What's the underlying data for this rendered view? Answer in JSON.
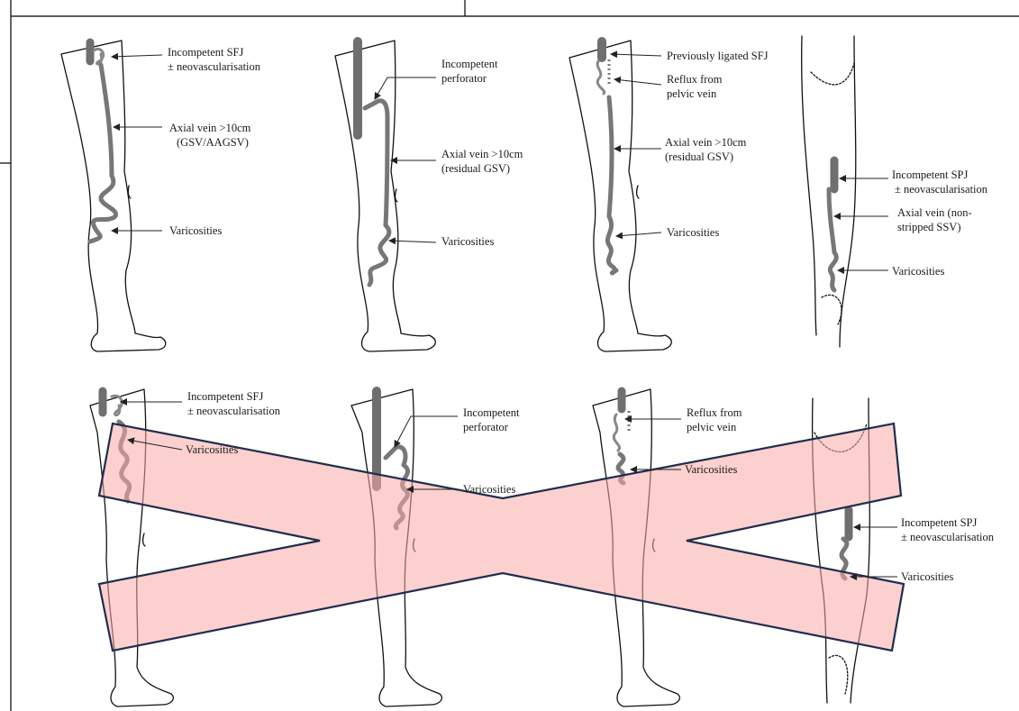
{
  "panels": [
    {
      "row": "top",
      "column": 1,
      "labels": [
        "Incompetent SFJ",
        "± neovascularisation",
        "Axial vein >10cm",
        "(GSV/AAGSV)",
        "Varicosities"
      ]
    },
    {
      "row": "top",
      "column": 2,
      "labels": [
        "Incompetent",
        "perforator",
        "Axial vein >10cm",
        "(residual GSV)",
        "Varicosities"
      ]
    },
    {
      "row": "top",
      "column": 3,
      "labels": [
        "Previously ligated SFJ",
        "Reflux from",
        "pelvic vein",
        "Axial vein >10cm",
        "(residual GSV)",
        "Varicosities"
      ]
    },
    {
      "row": "top",
      "column": 4,
      "labels": [
        "Incompetent SPJ",
        "± neovascularisation",
        "Axial vein (non-",
        "stripped SSV)",
        "Varicosities"
      ]
    },
    {
      "row": "bottom",
      "column": 1,
      "labels": [
        "Incompetent SFJ",
        "± neovascularisation",
        "Varicosities"
      ]
    },
    {
      "row": "bottom",
      "column": 2,
      "labels": [
        "Incompetent",
        "perforator",
        "Varicosities"
      ]
    },
    {
      "row": "bottom",
      "column": 3,
      "labels": [
        "Reflux from",
        "pelvic vein",
        "Varicosities"
      ]
    },
    {
      "row": "bottom",
      "column": 4,
      "labels": [
        "Incompetent SPJ",
        "± neovascularisation",
        "Varicosities"
      ]
    }
  ],
  "colors": {
    "cross_fill": "#f8aaa8",
    "cross_outline": "#1f2d4d",
    "vein": "#777777",
    "outline": "#111111"
  }
}
